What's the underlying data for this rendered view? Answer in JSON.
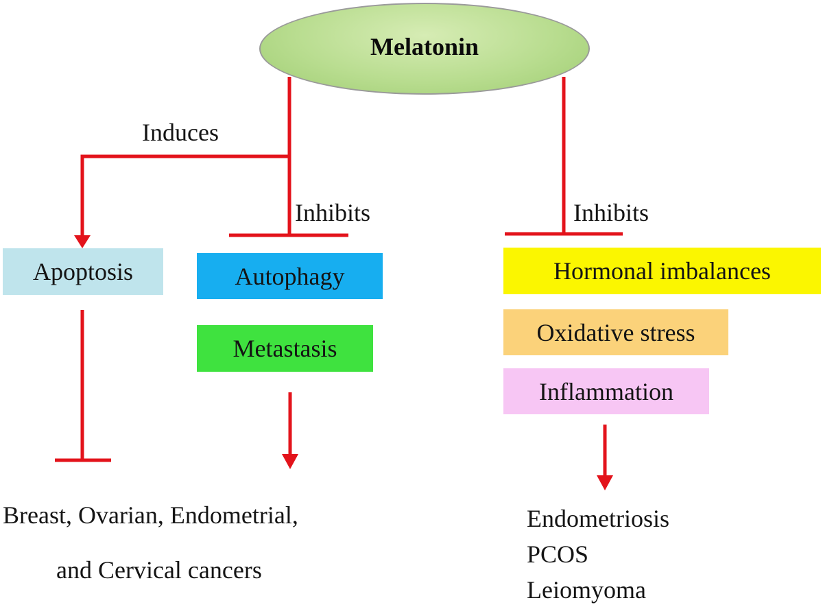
{
  "root": {
    "label": "Melatonin"
  },
  "edges": {
    "induces": "Induces",
    "inhibits_left": "Inhibits",
    "inhibits_right": "Inhibits"
  },
  "processes": {
    "apoptosis": {
      "label": "Apoptosis",
      "color": "#bfe4ec"
    },
    "autophagy": {
      "label": "Autophagy",
      "color": "#17aef0"
    },
    "metastasis": {
      "label": "Metastasis",
      "color": "#3fe23f"
    },
    "hormonal": {
      "label": "Hormonal imbalances",
      "color": "#fbf600"
    },
    "oxidative": {
      "label": "Oxidative stress",
      "color": "#fbd27a"
    },
    "inflammation": {
      "label": "Inflammation",
      "color": "#f7c6f4"
    }
  },
  "outcomes": {
    "cancers_line1": "Breast, Ovarian, Endometrial,",
    "cancers_line2": "and Cervical cancers",
    "diseases": [
      "Endometriosis",
      "PCOS",
      "Leiomyoma"
    ]
  },
  "colors": {
    "connector": "#e3131b",
    "ellipse_fill": "#b9dd90"
  }
}
